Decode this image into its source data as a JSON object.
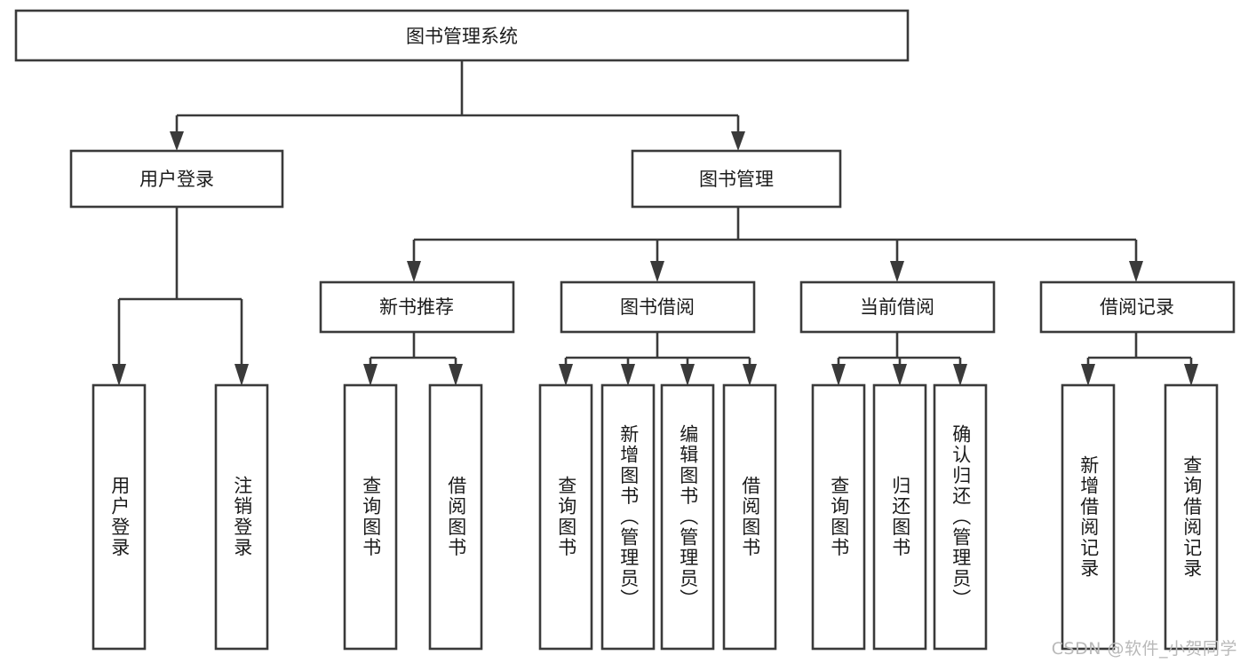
{
  "diagram": {
    "title": "图书管理系统",
    "type": "tree-hierarchy-chart",
    "orientation": "top-down",
    "root": {
      "label": "图书管理系统"
    },
    "level2": [
      {
        "label": "用户登录"
      },
      {
        "label": "图书管理"
      }
    ],
    "level3": [
      {
        "label": "新书推荐"
      },
      {
        "label": "图书借阅"
      },
      {
        "label": "当前借阅"
      },
      {
        "label": "借阅记录"
      }
    ],
    "leaves": {
      "user_login": [
        {
          "label": "用户登录"
        },
        {
          "label": "注销登录"
        }
      ],
      "new_book": [
        {
          "label": "查询图书"
        },
        {
          "label": "借阅图书"
        }
      ],
      "book_borrow": [
        {
          "label": "查询图书"
        },
        {
          "label": "新增图书（管理员）"
        },
        {
          "label": "编辑图书（管理员）"
        },
        {
          "label": "借阅图书"
        }
      ],
      "current_borrow": [
        {
          "label": "查询图书"
        },
        {
          "label": "归还图书"
        },
        {
          "label": "确认归还（管理员）"
        }
      ],
      "borrow_record": [
        {
          "label": "新增借阅记录"
        },
        {
          "label": "查询借阅记录"
        }
      ]
    }
  },
  "watermark": {
    "text": "CSDN @软件_小贺同学"
  },
  "colors": {
    "stroke": "#3a3a3a",
    "box_fill": "#ffffff",
    "text": "#1b1b1b",
    "watermark": "#b9b9b9",
    "background": "#ffffff"
  }
}
